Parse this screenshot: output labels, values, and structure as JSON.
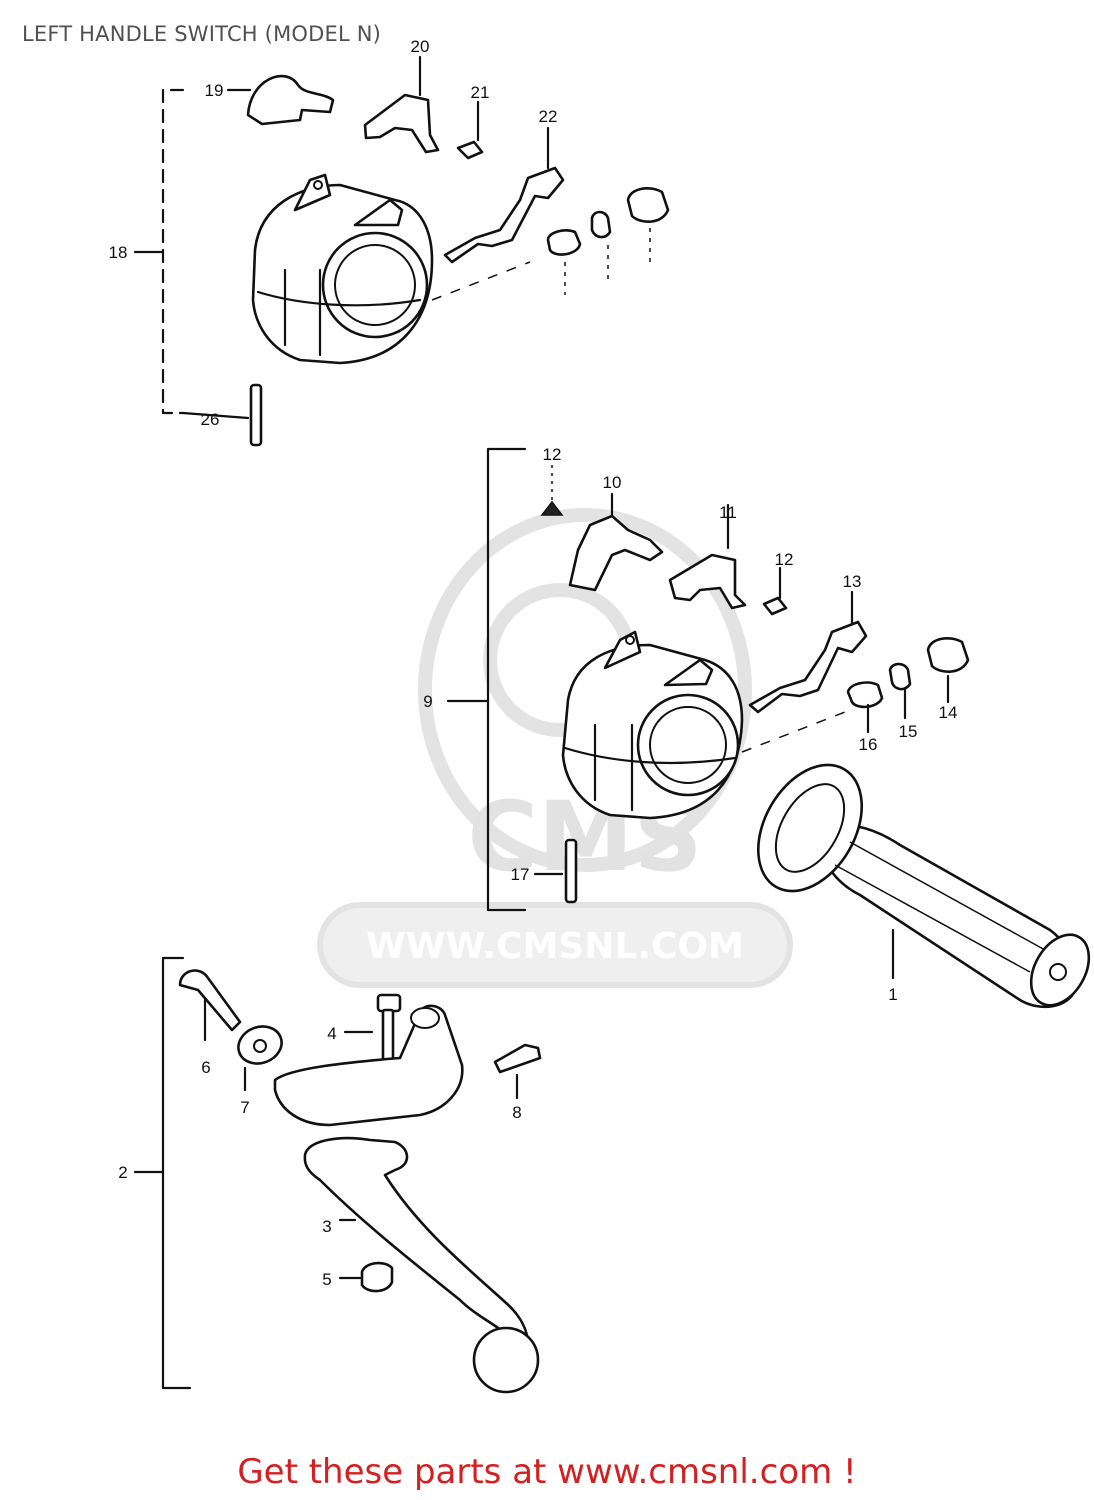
{
  "title": "LEFT HANDLE SWITCH (MODEL N)",
  "watermark": {
    "brand": "CMS",
    "url": "WWW.CMSNL.COM"
  },
  "callouts": {
    "c1": "1",
    "c2": "2",
    "c3": "3",
    "c4": "4",
    "c5": "5",
    "c6": "6",
    "c7": "7",
    "c8": "8",
    "c9": "9",
    "c10": "10",
    "c11": "11",
    "c12a": "12",
    "c12b": "12",
    "c13": "13",
    "c14": "14",
    "c15": "15",
    "c16": "16",
    "c17": "17",
    "c18": "18",
    "c19": "19",
    "c20": "20",
    "c21": "21",
    "c22": "22",
    "c26": "26"
  },
  "footer": {
    "cta": "Get these parts at www.cmsnl.com !",
    "cta_color": "#d42020"
  }
}
